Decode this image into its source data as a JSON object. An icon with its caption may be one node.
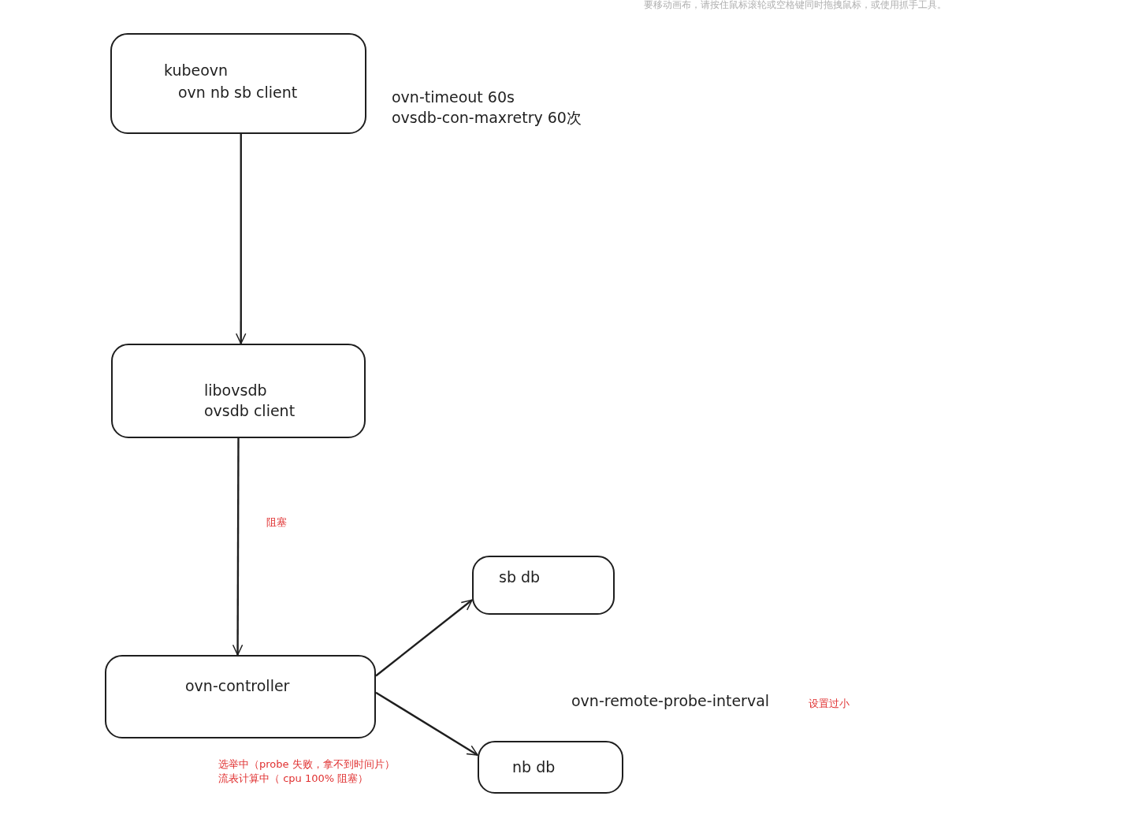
{
  "diagram": {
    "nodes": [
      {
        "text": [
          "kubeovn",
          "ovn nb sb client"
        ]
      },
      {
        "text": [
          "libovsdb",
          "ovsdb client"
        ]
      },
      {
        "text": [
          "ovn-controller"
        ]
      },
      {
        "text": [
          "sb db"
        ]
      },
      {
        "text": [
          "nb db"
        ]
      }
    ],
    "edges": [
      {
        "from": 0,
        "to": 1,
        "arrow": "to"
      },
      {
        "from": 1,
        "to": 2,
        "arrow": "to"
      },
      {
        "from": 2,
        "to": 3,
        "arrow": "to"
      },
      {
        "from": 2,
        "to": 4,
        "arrow": "to"
      }
    ],
    "labels": [
      "要移动画布，请按住鼠标滚轮或空格键同时拖拽鼠标，或使用抓手工具。",
      "ovn-timeout 60s",
      "ovsdb-con-maxretry 60次",
      "阻塞",
      "ovn-remote-probe-interval",
      "设置过小",
      "选举中（probe 失败，拿不到时间片）",
      "流表计算中（ cpu 100% 阻塞）"
    ]
  }
}
